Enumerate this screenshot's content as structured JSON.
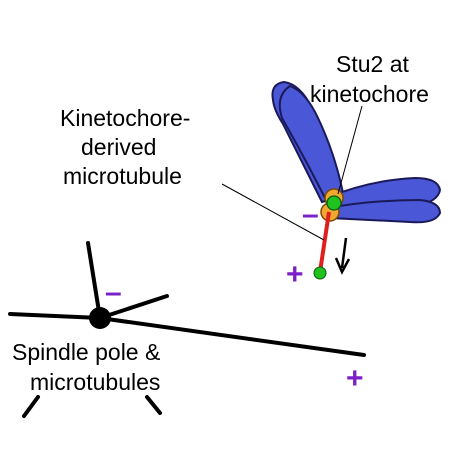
{
  "labels": {
    "stu2_line1": "Stu2 at",
    "stu2_line2": "kinetochore",
    "kmt_line1": "Kinetochore-",
    "kmt_line2": "derived",
    "kmt_line3": "microtubule",
    "pole_line1": "Spindle pole &",
    "pole_line2": "microtubules"
  },
  "signs": {
    "plus": "+",
    "minus": "–"
  },
  "colors": {
    "chromosome": "#4a57d6",
    "chromosome_outline": "#1a1a5a",
    "kinetochore_microtubule": "#e11d1d",
    "stu2": "#1fc21f",
    "kinetochore": "#f0a830",
    "polarity_sign": "#7b1fc9",
    "microtubule": "#000000"
  }
}
